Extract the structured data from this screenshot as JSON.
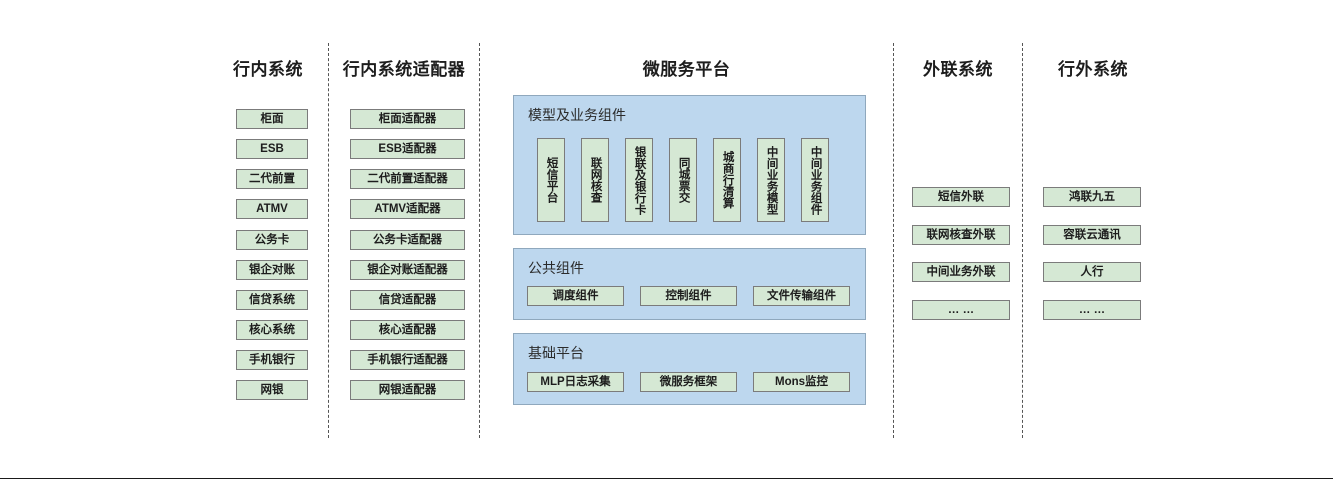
{
  "columns": [
    {
      "key": "internal",
      "title": "行内系统"
    },
    {
      "key": "adapter",
      "title": "行内系统适配器"
    },
    {
      "key": "platform",
      "title": "微服务平台"
    },
    {
      "key": "external",
      "title": "外联系统"
    },
    {
      "key": "offbank",
      "title": "行外系统"
    }
  ],
  "internal_systems": [
    "柜面",
    "ESB",
    "二代前置",
    "ATMV",
    "公务卡",
    "银企对账",
    "信贷系统",
    "核心系统",
    "手机银行",
    "网银"
  ],
  "adapters": [
    "柜面适配器",
    "ESB适配器",
    "二代前置适配器",
    "ATMV适配器",
    "公务卡适配器",
    "银企对账适配器",
    "信贷适配器",
    "核心适配器",
    "手机银行适配器",
    "网银适配器"
  ],
  "platform": {
    "panels": [
      {
        "title": "模型及业务组件",
        "orientation": "vertical",
        "items": [
          "短信平台",
          "联网核查",
          "银联及银行卡",
          "同城票交",
          "城商行清算",
          "中间业务模型",
          "中间业务组件"
        ]
      },
      {
        "title": "公共组件",
        "orientation": "horizontal",
        "items": [
          "调度组件",
          "控制组件",
          "文件传输组件"
        ]
      },
      {
        "title": "基础平台",
        "orientation": "horizontal",
        "items": [
          "MLP日志采集",
          "微服务框架",
          "Mons监控"
        ]
      }
    ]
  },
  "external_systems": [
    "短信外联",
    "联网核查外联",
    "中间业务外联",
    "… …"
  ],
  "offbank_systems": [
    "鸿联九五",
    "容联云通讯",
    "人行",
    "… …"
  ],
  "colors": {
    "node_fill": "#d5e8d4",
    "node_border": "#7b7b7b",
    "panel_fill": "#bdd7ee",
    "panel_border": "#8fa8bd",
    "divider": "#555555",
    "text": "#1d1d1d",
    "background": "#ffffff"
  }
}
